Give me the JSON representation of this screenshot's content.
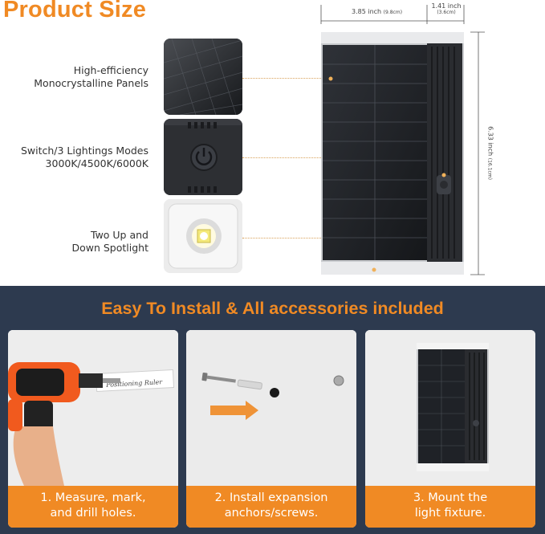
{
  "title": "Product Size",
  "features": [
    {
      "label_line1": "High-efficiency",
      "label_line2": "Monocrystalline Panels",
      "icon": "solar-panel-icon"
    },
    {
      "label_line1": "Switch/3 Lightings Modes",
      "label_line2": "3000K/4500K/6000K",
      "icon": "power-button-icon"
    },
    {
      "label_line1": "Two Up and",
      "label_line2": "Down Spotlight",
      "icon": "led-spotlight-icon"
    }
  ],
  "dimensions": {
    "width_inch": "3.85 inch",
    "width_cm": "(9.8cm)",
    "depth_inch": "1.41 inch",
    "depth_cm": "(3.6cm)",
    "height_inch": "6.33 inch",
    "height_cm": "(16.1cm)"
  },
  "install": {
    "heading": "Easy To Install & All accessories included",
    "ruler_text": "Positioning Ruler",
    "steps": [
      {
        "line1": "1. Measure, mark,",
        "line2": "and drill holes.",
        "icon": "drill-icon"
      },
      {
        "line1": "2. Install expansion",
        "line2": "anchors/screws.",
        "icon": "screw-anchor-icon"
      },
      {
        "line1": "3. Mount the",
        "line2": "light fixture.",
        "icon": "mounted-light-icon"
      }
    ]
  },
  "colors": {
    "accent": "#f08a24",
    "dark_band": "#2d3a4f",
    "panel": "#1f2227"
  }
}
